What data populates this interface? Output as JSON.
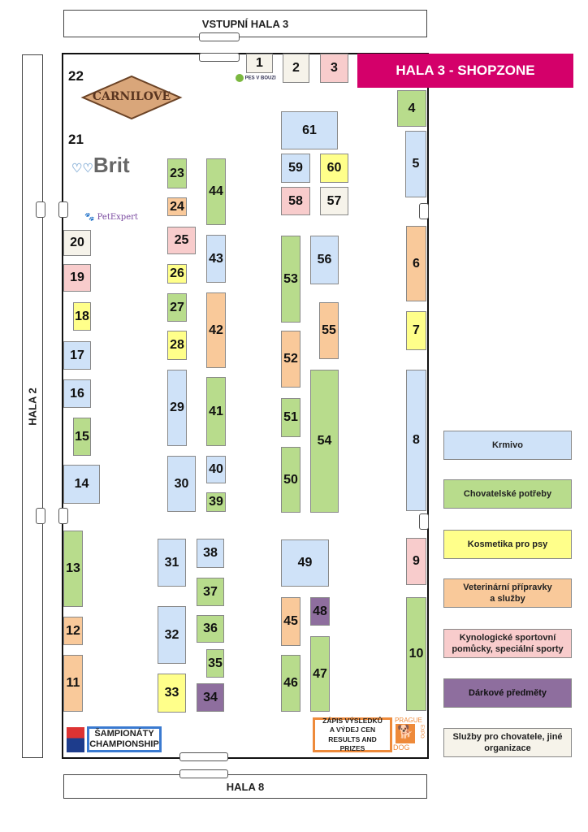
{
  "halls": {
    "top": "VSTUPNÍ HALA 3",
    "left": "HALA 2",
    "bottom": "HALA 8",
    "banner": "HALA 3 - SHOPZONE"
  },
  "colors": {
    "banner": "#d4006a",
    "blue": "#cfe2f8",
    "green": "#b8dc8c",
    "yellow": "#ffff8a",
    "orange": "#f9c99a",
    "pink": "#f8cccc",
    "purple": "#8e6e9e",
    "cream": "#f6f3ea"
  },
  "sponsors": {
    "n22": "22",
    "carnilove": "CARNILOVE",
    "n21": "21",
    "brit": "Brit",
    "petexpert": "PetExpert",
    "pesvbouzi": "PES V BOUZI"
  },
  "championship": "ŠAMPIONÁTY\nCHAMPIONSHIP",
  "results": "ZÁPIS VÝSLEDKŮ\nA VÝDEJ CEN\nRESULTS AND PRIZES",
  "prague_logo": {
    "top": "PRAGUE",
    "side": "EXPO",
    "bottom": "DOG"
  },
  "legend": [
    {
      "label": "Krmivo",
      "cat": "blue"
    },
    {
      "label": "Chovatelské potřeby",
      "cat": "green"
    },
    {
      "label": "Kosmetika pro psy",
      "cat": "yellow"
    },
    {
      "label": "Veterinární přípravky\na služby",
      "cat": "orange"
    },
    {
      "label": "Kynologické sportovní\npomůcky, speciální sporty",
      "cat": "pink"
    },
    {
      "label": "Dárkové předměty",
      "cat": "purple"
    },
    {
      "label": "Služby pro chovatele, jiné\norganizace",
      "cat": "cream"
    }
  ],
  "booths": [
    {
      "n": "1",
      "cat": "cream"
    },
    {
      "n": "2",
      "cat": "cream"
    },
    {
      "n": "3",
      "cat": "pink"
    },
    {
      "n": "4",
      "cat": "green"
    },
    {
      "n": "5",
      "cat": "blue"
    },
    {
      "n": "6",
      "cat": "orange"
    },
    {
      "n": "7",
      "cat": "yellow"
    },
    {
      "n": "8",
      "cat": "blue"
    },
    {
      "n": "9",
      "cat": "pink"
    },
    {
      "n": "10",
      "cat": "green"
    },
    {
      "n": "11",
      "cat": "orange"
    },
    {
      "n": "12",
      "cat": "orange"
    },
    {
      "n": "13",
      "cat": "green"
    },
    {
      "n": "14",
      "cat": "blue"
    },
    {
      "n": "15",
      "cat": "green"
    },
    {
      "n": "16",
      "cat": "blue"
    },
    {
      "n": "17",
      "cat": "blue"
    },
    {
      "n": "18",
      "cat": "yellow"
    },
    {
      "n": "19",
      "cat": "pink"
    },
    {
      "n": "20",
      "cat": "cream"
    },
    {
      "n": "23",
      "cat": "green"
    },
    {
      "n": "24",
      "cat": "orange"
    },
    {
      "n": "25",
      "cat": "pink"
    },
    {
      "n": "26",
      "cat": "yellow"
    },
    {
      "n": "27",
      "cat": "green"
    },
    {
      "n": "28",
      "cat": "yellow"
    },
    {
      "n": "29",
      "cat": "blue"
    },
    {
      "n": "30",
      "cat": "blue"
    },
    {
      "n": "31",
      "cat": "blue"
    },
    {
      "n": "32",
      "cat": "blue"
    },
    {
      "n": "33",
      "cat": "yellow"
    },
    {
      "n": "34",
      "cat": "purple"
    },
    {
      "n": "35",
      "cat": "green"
    },
    {
      "n": "36",
      "cat": "green"
    },
    {
      "n": "37",
      "cat": "green"
    },
    {
      "n": "38",
      "cat": "blue"
    },
    {
      "n": "39",
      "cat": "green"
    },
    {
      "n": "40",
      "cat": "blue"
    },
    {
      "n": "41",
      "cat": "green"
    },
    {
      "n": "42",
      "cat": "orange"
    },
    {
      "n": "43",
      "cat": "blue"
    },
    {
      "n": "44",
      "cat": "green"
    },
    {
      "n": "45",
      "cat": "orange"
    },
    {
      "n": "46",
      "cat": "green"
    },
    {
      "n": "47",
      "cat": "green"
    },
    {
      "n": "48",
      "cat": "purple"
    },
    {
      "n": "49",
      "cat": "blue"
    },
    {
      "n": "50",
      "cat": "green"
    },
    {
      "n": "51",
      "cat": "green"
    },
    {
      "n": "52",
      "cat": "orange"
    },
    {
      "n": "53",
      "cat": "green"
    },
    {
      "n": "54",
      "cat": "green"
    },
    {
      "n": "55",
      "cat": "orange"
    },
    {
      "n": "56",
      "cat": "blue"
    },
    {
      "n": "57",
      "cat": "cream"
    },
    {
      "n": "58",
      "cat": "pink"
    },
    {
      "n": "59",
      "cat": "blue"
    },
    {
      "n": "60",
      "cat": "yellow"
    },
    {
      "n": "61",
      "cat": "blue"
    }
  ]
}
